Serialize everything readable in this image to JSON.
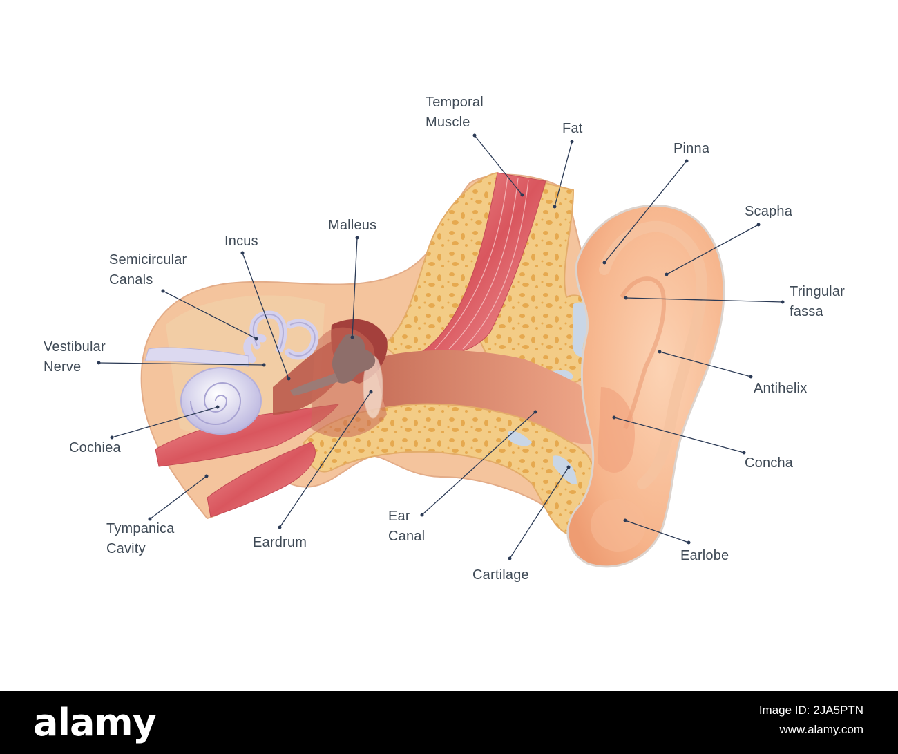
{
  "labels": {
    "temporal_muscle": [
      "Temporal",
      "Muscle"
    ],
    "fat": "Fat",
    "pinna": "Pinna",
    "scapha": "Scapha",
    "tringular_fassa": [
      "Tringular",
      "fassa"
    ],
    "antihelix": "Antihelix",
    "concha": "Concha",
    "earlobe": "Earlobe",
    "cartilage": "Cartilage",
    "ear_canal": [
      "Ear",
      "Canal"
    ],
    "eardrum": "Eardrum",
    "tympanica_cavity": [
      "Tympanica",
      "Cavity"
    ],
    "cochiea": "Cochiea",
    "vestibular_nerve": [
      "Vestibular",
      "Nerve"
    ],
    "semicircular_canals": [
      "Semicircular",
      "Canals"
    ],
    "incus": "Incus",
    "malleus": "Malleus"
  },
  "footer": {
    "brand": "alamy",
    "image_id_line1": "Image ID: 2JA5PTN",
    "image_id_line2": "www.alamy.com"
  },
  "colors": {
    "leader": "#2b3a55",
    "label_text": "#3f4a56",
    "skin": "#f6b98e",
    "bone": "#f2c982",
    "muscle": "#e36f6f",
    "cochlea": "#d9d5f2"
  }
}
